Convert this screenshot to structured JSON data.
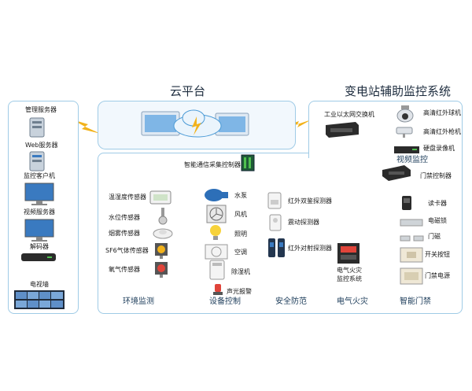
{
  "titles": {
    "cloud": "云平台",
    "system": "变电站辅助监控系统"
  },
  "left_panel": {
    "items": [
      "管理服务器",
      "Web服务器",
      "监控客户机",
      "视频服务器",
      "解码器",
      "电视墙"
    ]
  },
  "network": {
    "switch": "工业以太网交换机",
    "controller": "智能通信采集控制器"
  },
  "video": {
    "items": [
      "高清红外球机",
      "高清红外枪机",
      "硬盘录像机"
    ],
    "section": "视频监控"
  },
  "access": {
    "controller": "门禁控制器",
    "items": [
      "读卡器",
      "电磁锁",
      "门磁",
      "开关按钮",
      "门禁电源"
    ]
  },
  "environment": {
    "items": [
      "温湿度传感器",
      "水位传感器",
      "烟雾传感器",
      "SF6气体传感器",
      "氧气传感器"
    ]
  },
  "equipment": {
    "items": [
      "水泵",
      "风机",
      "照明",
      "空调",
      "除湿机",
      "声光报警"
    ]
  },
  "security": {
    "items": [
      "红外双鉴探测器",
      "震动探测器",
      "红外对射探测器"
    ]
  },
  "fire": {
    "item": "电气火灾\n监控系统"
  },
  "sections": [
    "环境监测",
    "设备控制",
    "安全防范",
    "电气火灾",
    "智能门禁"
  ],
  "colors": {
    "line_blue": "#1e8fd6",
    "line_red": "#e0443a",
    "lightning": "#f2b21b",
    "panel_border": "#9fcbe6"
  }
}
